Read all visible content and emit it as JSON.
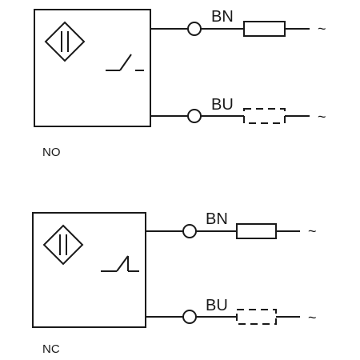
{
  "colors": {
    "stroke": "#1a1a1a",
    "background": "#ffffff"
  },
  "diagrams": [
    {
      "id": "no",
      "label": "NO",
      "switch_icon": "normally-open-contact-icon",
      "sensor_icon": "inductive-sensor-icon",
      "wires": [
        {
          "label": "BN",
          "load": "resistor-solid",
          "terminal": "~"
        },
        {
          "label": "BU",
          "load": "resistor-dashed",
          "terminal": "~"
        }
      ]
    },
    {
      "id": "nc",
      "label": "NC",
      "switch_icon": "normally-closed-contact-icon",
      "sensor_icon": "inductive-sensor-icon",
      "wires": [
        {
          "label": "BN",
          "load": "resistor-solid",
          "terminal": "~"
        },
        {
          "label": "BU",
          "load": "resistor-dashed",
          "terminal": "~"
        }
      ]
    }
  ]
}
